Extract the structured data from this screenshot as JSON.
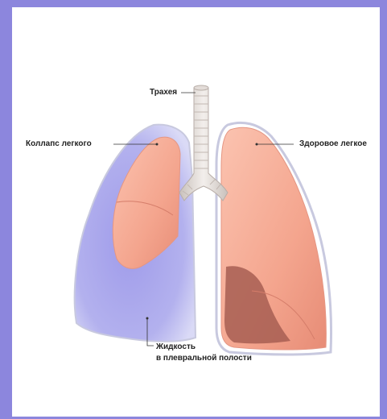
{
  "labels": {
    "trachea": "Трахея",
    "collapse": "Коллапс легкого",
    "healthy": "Здоровое легкое",
    "fluid_line1": "Жидкость",
    "fluid_line2": "в плевральной полости"
  },
  "colors": {
    "frame": "#8c86dd",
    "pleural_fluid": "#b3b1ee",
    "lung_pink": "#f4a58e",
    "lung_dark": "#a75e52",
    "pleura_edge": "#c7c8dd"
  }
}
